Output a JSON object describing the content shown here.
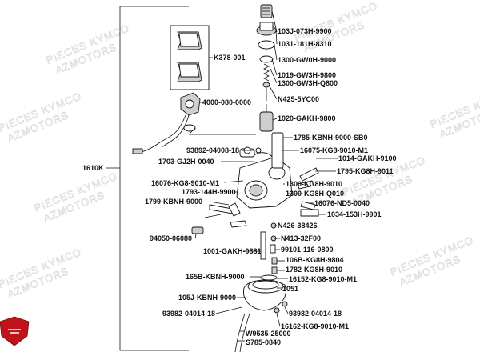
{
  "watermarks": [
    {
      "line1": "PIECES KYMCO",
      "line2": "AZMOTORS"
    },
    {
      "line1": "PIECES KYMCO",
      "line2": "AZMOTORS"
    },
    {
      "line1": "PIECES KYMCO",
      "line2": "AZMOTORS"
    },
    {
      "line1": "PIECES KYMCO",
      "line2": "AZMOTORS"
    },
    {
      "line1": "PIECES KYMCO",
      "line2": "AZMOTORS"
    },
    {
      "line1": "PIECES KYMCO",
      "line2": "AZMOTORS"
    },
    {
      "line1": "PIECES KYMCO",
      "line2": "AZMOTORS"
    },
    {
      "line1": "PIECES KYMCO",
      "line2": "AZMOTORS"
    }
  ],
  "assembly_label": "1610K",
  "parts": [
    "103J-073H-9900",
    "1031-181H-8310",
    "K378-001",
    "1300-GW0H-9000",
    "1019-GW3H-9800",
    "1300-GW3H-Q800",
    "4000-080-0000",
    "N425-5YC00",
    "1020-GAKH-9800",
    "1785-KBNH-9000-SB0",
    "16075-KG8-9010-M1",
    "93892-04008-18",
    "1014-GAKH-9100",
    "1703-GJ2H-0040",
    "1795-KG8H-9011",
    "16076-KG8-9010-M1",
    "1300-KG8H-9010",
    "1793-144H-9900",
    "1300-KG8H-Q010",
    "1799-KBNH-9000",
    "16076-ND5-0040",
    "1034-153H-9901",
    "N426-38426",
    "94050-06080",
    "N413-32F00",
    "1001-GAKH-0381",
    "99101-116-0800",
    "106B-KG8H-9804",
    "1782-KG8H-9010",
    "165B-KBNH-9000",
    "16152-KG8-9010-M1",
    "1051",
    "105J-KBNH-9000",
    "93982-04014-18",
    "93982-04014-18",
    "16162-KG8-9010-M1",
    "W9535-25000",
    "S785-0840"
  ],
  "colors": {
    "logo": "#c0141c",
    "line": "#111111",
    "watermark": "#d8d8d8"
  }
}
